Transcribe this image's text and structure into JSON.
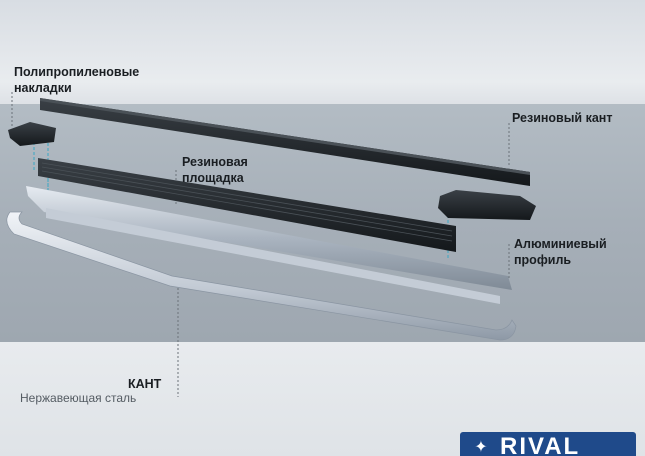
{
  "callouts": {
    "pp_caps": "Полипропиленовые\nнакладки",
    "rubber_edge": "Резиновый кант",
    "rubber_pad": "Резиновая\n           площадка",
    "aluminum_profile": "Алюминиевый\nпрофиль",
    "trim_title": "КАНТ",
    "trim_material": "Нержавеющая сталь"
  },
  "brand": {
    "logo_text": "RIVAL",
    "logo_icon": "crab-emblem-icon",
    "color": "#1f4a8a"
  },
  "colors": {
    "band": "#a6afb8",
    "guide": "#3aa7c4",
    "rubber": "#1c2024",
    "aluminum": "#b9c3cf",
    "steel": "#c5cdd7"
  }
}
